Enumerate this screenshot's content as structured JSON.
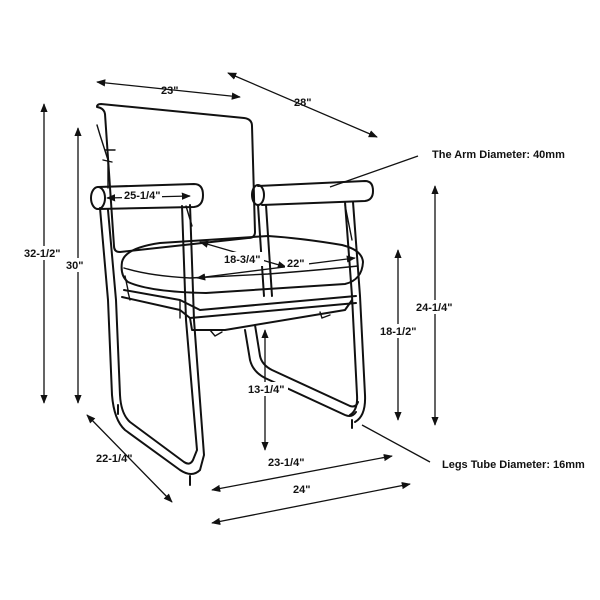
{
  "dimensions": {
    "width_top": "23\"",
    "depth_top": "28\"",
    "height_total": "32-1/2\"",
    "height_back": "30\"",
    "arm_span": "25-1/4\"",
    "seat_depth": "18-3/4\"",
    "seat_width": "22\"",
    "arm_height": "24-1/4\"",
    "seat_height": "18-1/2\"",
    "clearance_height": "13-1/4\"",
    "depth_bottom": "22-1/4\"",
    "inner_width_bottom": "23-1/4\"",
    "width_bottom": "24\""
  },
  "callouts": {
    "arm_diameter": "The Arm Diameter: 40mm",
    "legs_tube_diameter": "Legs Tube Diameter: 16mm"
  }
}
